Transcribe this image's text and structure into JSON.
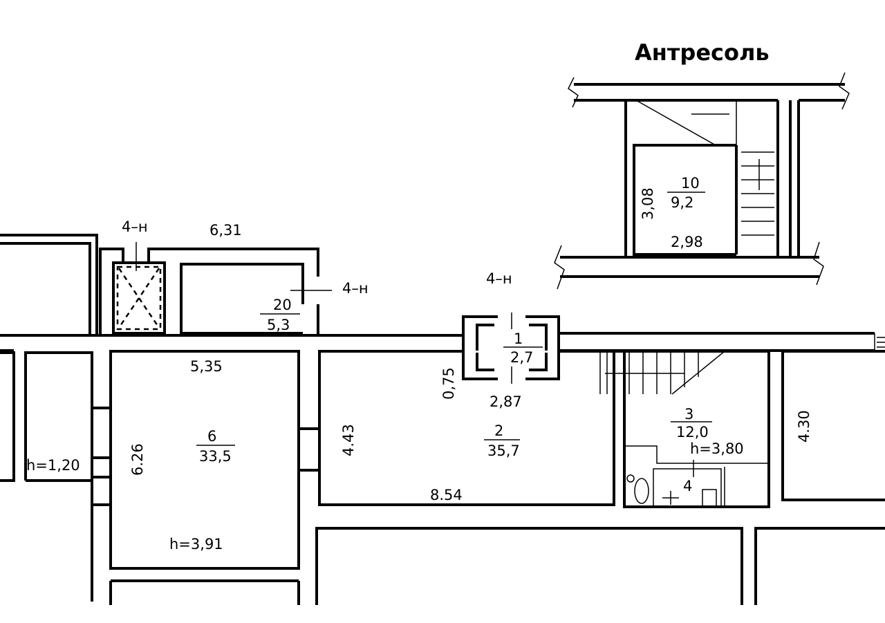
{
  "title": "Антресоль",
  "rooms": [
    {
      "number": "10",
      "area": "9,2"
    },
    {
      "number": "20",
      "area": "5,3"
    },
    {
      "number": "1",
      "area": "2,7"
    },
    {
      "number": "2",
      "area": "35,7"
    },
    {
      "number": "3",
      "area": "12,0"
    },
    {
      "number": "4"
    },
    {
      "number": "6",
      "area": "33,5"
    }
  ],
  "dimensions": {
    "d308": "3,08",
    "d298": "2,98",
    "d631": "6,31",
    "d535": "5,35",
    "d626": "6.26",
    "d443": "4.43",
    "d075": "0,75",
    "d287": "2,87",
    "d854": "8.54",
    "d430": "4.30"
  },
  "heights": {
    "h120": "h=1,20",
    "h391": "h=3,91",
    "h380": "h=3,80"
  },
  "markers": {
    "n1": "4–н",
    "n2": "4–н",
    "n3": "4–н"
  }
}
